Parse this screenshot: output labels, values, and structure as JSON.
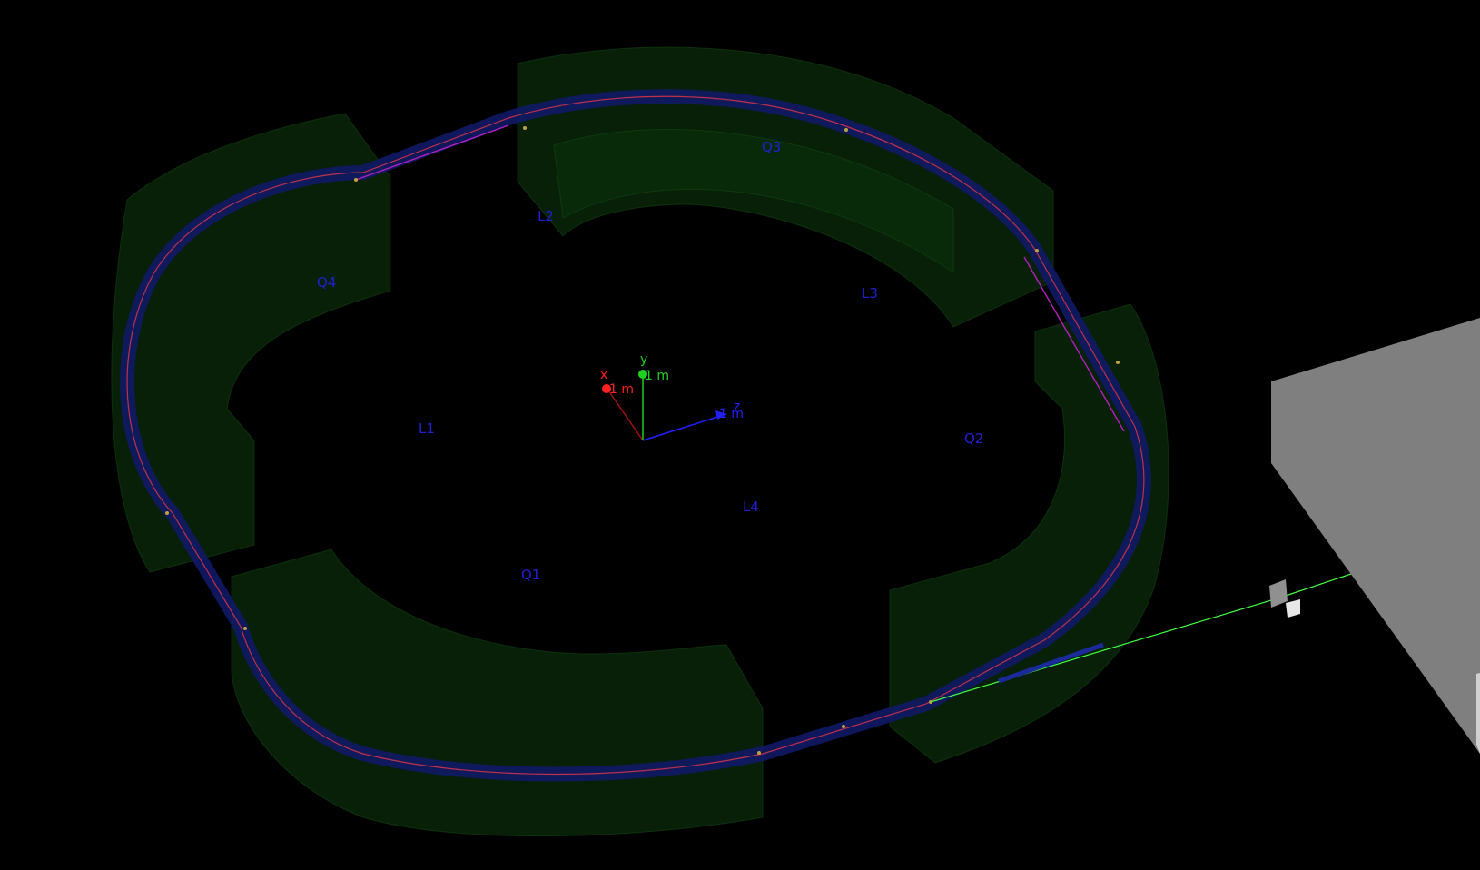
{
  "scene": {
    "background": "#000000",
    "magnet_color": "#0b3a0b",
    "beampipe_color": "#101c6a",
    "orbit_colors": [
      "#c0304a",
      "#b020c0"
    ],
    "injection_color": "#40ff40",
    "target_color": "#808080"
  },
  "labels": {
    "q1": "Q1",
    "q2": "Q2",
    "q3": "Q3",
    "q4": "Q4",
    "l1": "L1",
    "l2": "L2",
    "l3": "L3",
    "l4": "L4"
  },
  "axes": {
    "x_label": "x",
    "y_label": "y",
    "z_label": "z",
    "x_scale": "1 m",
    "y_scale": "1 m",
    "z_scale": "1 m",
    "x_color": "#ff2020",
    "y_color": "#20ff20",
    "z_color": "#2020ff"
  }
}
